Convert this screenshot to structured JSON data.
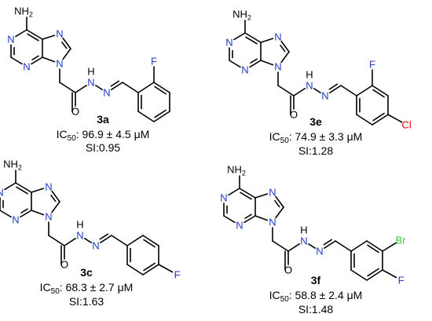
{
  "compounds": [
    {
      "id": "3a",
      "ic50_prefix": "IC",
      "ic50_sub": "50",
      "ic50_value": ": 96.9 ± 4.5 μM",
      "si": "SI:0.95",
      "atoms": {
        "nh2": "NH",
        "nh2_sub": "2",
        "n": "N",
        "nh": "H",
        "o": "O",
        "f": "F"
      }
    },
    {
      "id": "3e",
      "ic50_prefix": "IC",
      "ic50_sub": "50",
      "ic50_value": ": 74.9 ± 3.3 μM",
      "si": "SI:1.28",
      "atoms": {
        "nh2": "NH",
        "nh2_sub": "2",
        "n": "N",
        "nh": "H",
        "o": "O",
        "f": "F",
        "cl": "Cl"
      }
    },
    {
      "id": "3c",
      "ic50_prefix": "IC",
      "ic50_sub": "50",
      "ic50_value": ": 68.3 ± 2.7 μM",
      "si": "SI:1.63",
      "atoms": {
        "nh2": "NH",
        "nh2_sub": "2",
        "n": "N",
        "nh": "H",
        "o": "O",
        "f": "F"
      }
    },
    {
      "id": "3f",
      "ic50_prefix": "IC",
      "ic50_sub": "50",
      "ic50_value": ": 58.8 ± 2.4 μM",
      "si": "SI:1.48",
      "atoms": {
        "nh2": "NH",
        "nh2_sub": "2",
        "n": "N",
        "nh": "H",
        "o": "O",
        "f": "F",
        "br": "Br"
      }
    }
  ],
  "colors": {
    "nitrogen": "#1f3cc7",
    "fluorine": "#1f3cc7",
    "fluorine_3f": "#1f3cc7",
    "chlorine": "#ff0000",
    "bromine": "#33cc33",
    "bond": "#000000"
  }
}
